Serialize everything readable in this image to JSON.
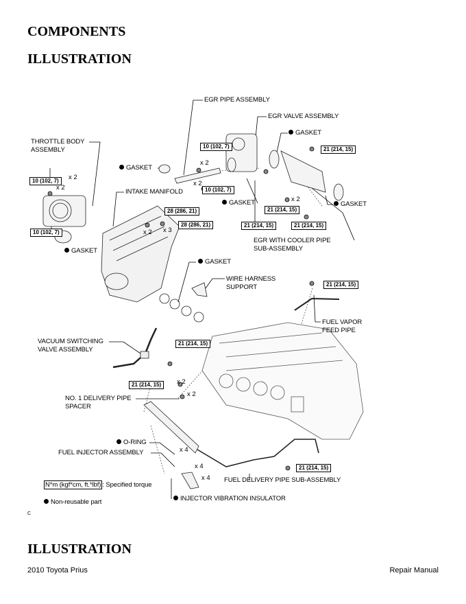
{
  "headings": {
    "components": "COMPONENTS",
    "illustration_1": "ILLUSTRATION",
    "illustration_2": "ILLUSTRATION"
  },
  "labels": {
    "egr_pipe": "EGR PIPE ASSEMBLY",
    "egr_valve": "EGR VALVE ASSEMBLY",
    "gasket": "GASKET",
    "throttle_1": "THROTTLE BODY",
    "throttle_2": "ASSEMBLY",
    "intake_manifold": "INTAKE MANIFOLD",
    "egr_cooler_1": "EGR WITH COOLER PIPE",
    "egr_cooler_2": "SUB-ASSEMBLY",
    "wire_harness_1": "WIRE HARNESS",
    "wire_harness_2": "SUPPORT",
    "fuel_vapor_1": "FUEL VAPOR",
    "fuel_vapor_2": "FEED PIPE",
    "vsv_1": "VACUUM SWITCHING",
    "vsv_2": "VALVE ASSEMBLY",
    "spacer_1": "NO. 1 DELIVERY PIPE",
    "spacer_2": "SPACER",
    "o_ring": "O-RING",
    "injector": "FUEL INJECTOR ASSEMBLY",
    "delivery_pipe": "FUEL DELIVERY PIPE SUB-ASSEMBLY",
    "insulator": "INJECTOR VIBRATION INSULATOR"
  },
  "torques": {
    "t10": "10 (102, 7)",
    "t21": "21 (214, 15)",
    "t28": "28 (286, 21)"
  },
  "quantities": {
    "x2": "x 2",
    "x3": "x 3",
    "x4": "x 4"
  },
  "legend": {
    "torque_box": "N*m (kgf*cm, ft.*lbf)",
    "torque_text": ": Specified torque",
    "non_reusable": "Non-reusable part"
  },
  "figure_code": "C",
  "footer": {
    "left": "2010 Toyota Prius",
    "right": "Repair Manual"
  }
}
